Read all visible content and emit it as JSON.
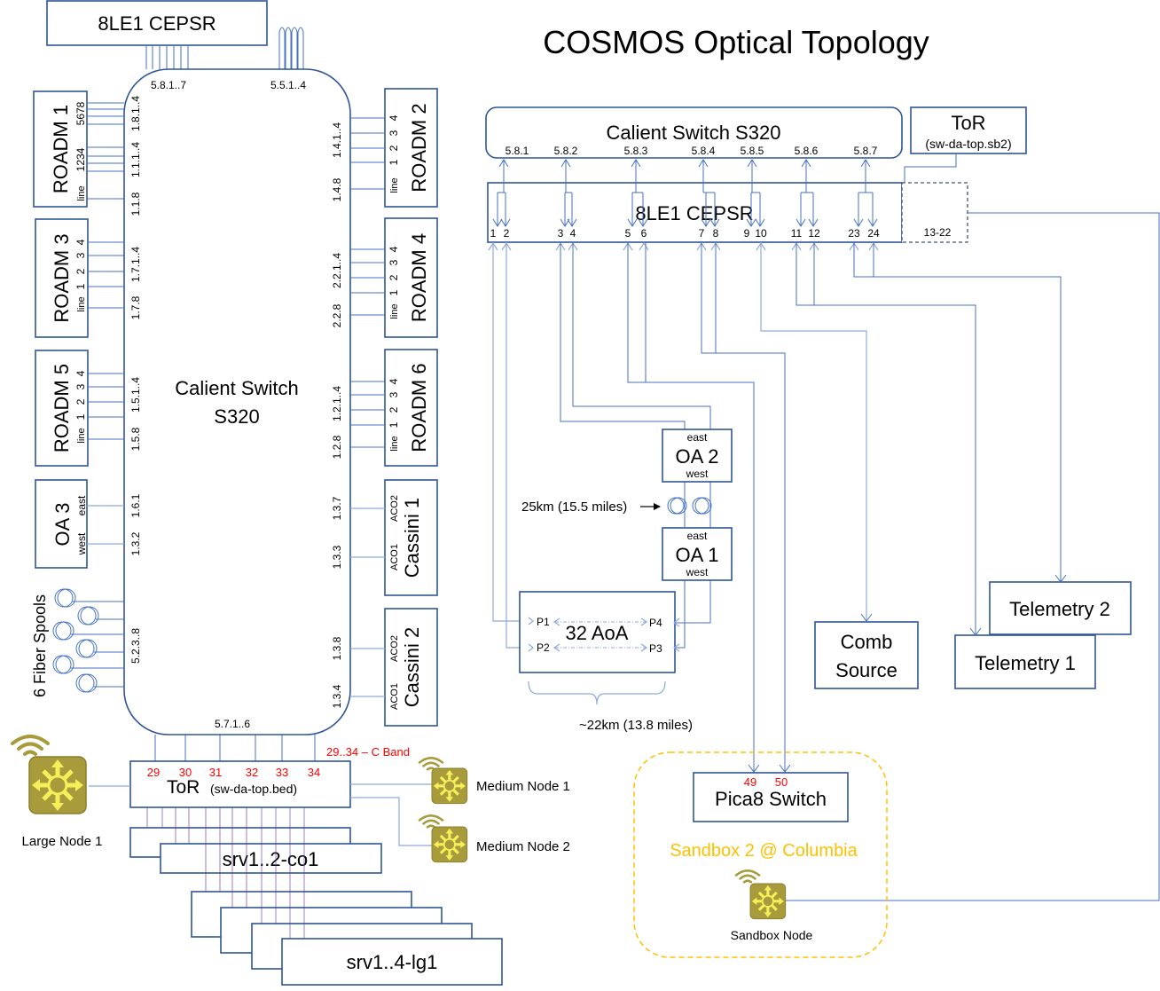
{
  "title": "COSMOS Optical Topology",
  "left": {
    "cepsr_label": "8LE1 CEPSR",
    "calient": {
      "line1": "Calient Switch",
      "line2": "S320",
      "ports_top_a": "5.8.1..7",
      "ports_top_b": "5.5.1..4",
      "ports_bottom": "5.7.1..6"
    },
    "roadm1": {
      "name": "ROADM 1",
      "p_5678": "5678",
      "p_1234": "1234",
      "p_line": "line",
      "port_a": "1.8.1..4",
      "port_b": "1.1.1..4",
      "port_c": "1.1.8"
    },
    "roadm3": {
      "name": "ROADM 3",
      "ports": [
        "4",
        "3",
        "2",
        "1",
        "line"
      ],
      "port_a": "1.7.1..4",
      "port_b": "1.7.8"
    },
    "roadm5": {
      "name": "ROADM 5",
      "ports": [
        "4",
        "3",
        "2",
        "1",
        "line"
      ],
      "port_a": "1.5.1..4",
      "port_b": "1.5.8"
    },
    "oa3": {
      "name": "OA 3",
      "east": "east",
      "west": "west",
      "port_east": "1.6.1",
      "port_west": "1.3.2"
    },
    "spools": {
      "label": "6 Fiber Spools",
      "port": "5.2.3..8"
    },
    "roadm2": {
      "name": "ROADM 2",
      "ports": [
        "4",
        "3",
        "2",
        "1",
        "line"
      ],
      "port_a": "1.4.1..4",
      "port_b": "1.4.8"
    },
    "roadm4": {
      "name": "ROADM 4",
      "ports": [
        "4",
        "3",
        "2",
        "1",
        "line"
      ],
      "port_a": "2.2.1..4",
      "port_b": "2.2.8"
    },
    "roadm6": {
      "name": "ROADM 6",
      "ports": [
        "4",
        "3",
        "2",
        "1",
        "line"
      ],
      "port_a": "1.2.1..4",
      "port_b": "1.2.8"
    },
    "cassini1": {
      "name": "Cassini 1",
      "aco2": "ACO2",
      "aco1": "ACO1",
      "port_a": "1.3.7",
      "port_b": "1.3.3"
    },
    "cassini2": {
      "name": "Cassini 2",
      "aco2": "ACO2",
      "aco1": "ACO1",
      "port_a": "1.3.8",
      "port_b": "1.3.4"
    },
    "tor": {
      "name": "ToR",
      "host": "(sw-da-top.bed)",
      "ports": [
        "29",
        "30",
        "31",
        "32",
        "33",
        "34"
      ],
      "band_note": "29..34 – C Band"
    },
    "large_node": "Large Node 1",
    "medium_node1": "Medium Node 1",
    "medium_node2": "Medium Node 2",
    "srv_co": "srv1..2-co1",
    "srv_lg": "srv1..4-lg1"
  },
  "right": {
    "calient": {
      "name": "Calient Switch S320",
      "ports": [
        "5.8.1",
        "5.8.2",
        "5.8.3",
        "5.8.4",
        "5.8.5",
        "5.8.6",
        "5.8.7"
      ]
    },
    "tor": {
      "name": "ToR",
      "host": "(sw-da-top.sb2)"
    },
    "cepsr": {
      "name": "8LE1 CEPSR",
      "ports": [
        "1",
        "2",
        "3",
        "4",
        "5",
        "6",
        "7",
        "8",
        "9",
        "10",
        "11",
        "12",
        "23",
        "24"
      ],
      "dashed_ports": "13-22"
    },
    "oa2": {
      "name": "OA 2",
      "east": "east",
      "west": "west"
    },
    "oa1": {
      "name": "OA 1",
      "east": "east",
      "west": "west"
    },
    "spool_label": "25km (15.5 miles)",
    "aoa": {
      "name": "32 AoA",
      "p1": "P1",
      "p2": "P2",
      "p3": "P3",
      "p4": "P4",
      "distance": "~22km (13.8 miles)"
    },
    "comb": {
      "line1": "Comb",
      "line2": "Source"
    },
    "telemetry1": "Telemetry 1",
    "telemetry2": "Telemetry 2",
    "pica8": {
      "name": "Pica8 Switch",
      "port_a": "49",
      "port_b": "50"
    },
    "sandbox": {
      "label": "Sandbox 2 @ Columbia",
      "node": "Sandbox Node"
    }
  },
  "colors": {
    "line": "#4472c4",
    "box": "#2f5597",
    "node_fill": "#a89b3b",
    "node_arrows": "#f6ef5a",
    "sandbox": "#ffc000",
    "port_red": "#ff0000"
  }
}
